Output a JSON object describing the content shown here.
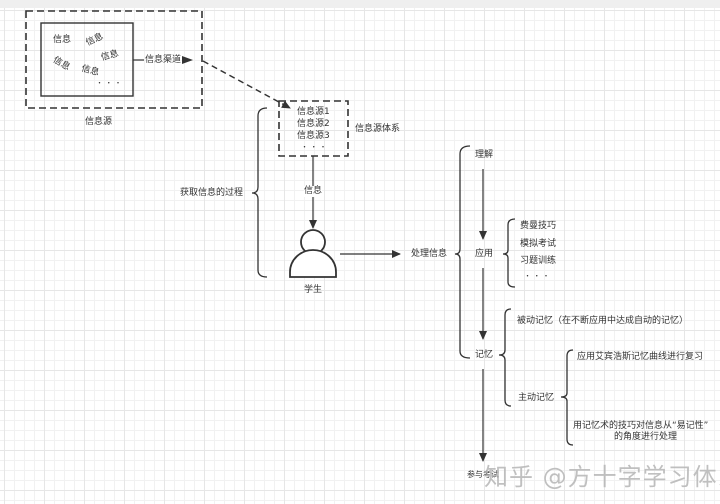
{
  "diagram": {
    "info_source_box": {
      "items": [
        "信息",
        "信息",
        "信息",
        "信息",
        "信息"
      ],
      "ellipsis": "・ ・ ・",
      "channel_label": "信息渠道",
      "caption": "信息源"
    },
    "info_source_system": {
      "items": [
        "信息源1",
        "信息源2",
        "信息源3"
      ],
      "ellipsis": "・ ・ ・",
      "caption": "信息源体系"
    },
    "acquire_process_label": "获取信息的过程",
    "info_arrow_label": "信息",
    "student_label": "学生",
    "process_info_label": "处理信息",
    "steps": {
      "understand": "理解",
      "apply": "应用",
      "memorize": "记忆",
      "exam": "参与考试"
    },
    "apply_methods": [
      "费曼技巧",
      "模拟考试",
      "习题训练",
      "・ ・ ・"
    ],
    "memory_types": {
      "passive": "被动记忆（在不断应用中达成自动的记忆）",
      "active": "主动记忆",
      "active_methods": [
        "应用艾宾浩斯记忆曲线进行复习",
        "用记忆术的技巧对信息从“易记性”",
        "的角度进行处理"
      ]
    },
    "watermark": "知乎 @方十字学习体系"
  }
}
